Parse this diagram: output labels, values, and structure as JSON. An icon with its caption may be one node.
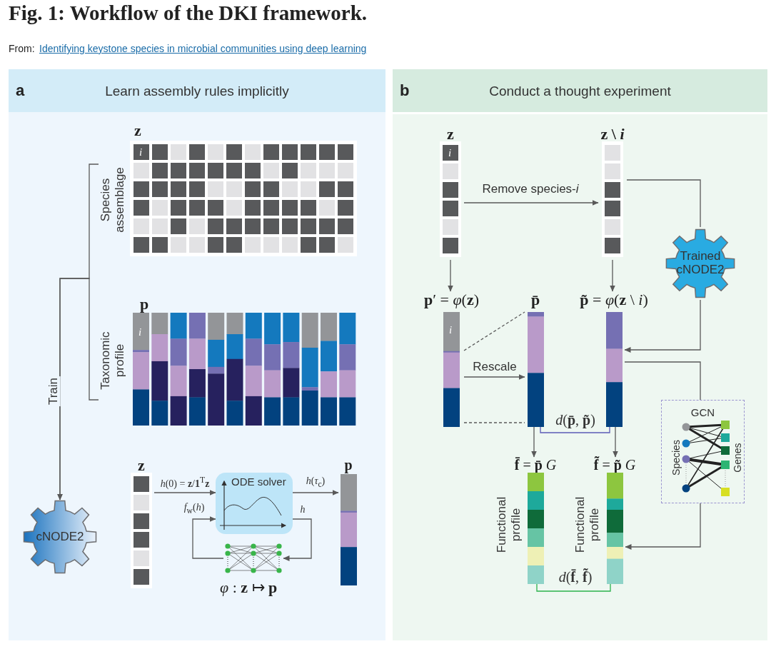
{
  "diagram": {
    "title": "Fig. 1: Workflow of the DKI framework.",
    "nodes": [
      {
        "text": [
          "a",
          "Learn assembly rules implicitly"
        ]
      },
      {
        "text": [
          "z",
          "i"
        ],
        "beside": [
          "Species assemblage"
        ],
        "in": 0
      },
      {
        "text": [
          "p",
          "i"
        ],
        "beside": [
          "Taxonomic profile"
        ],
        "in": 0
      },
      {
        "text": [
          "cNODE2"
        ],
        "in": 0
      },
      {
        "text": [
          "z"
        ],
        "in": 0
      },
      {
        "text": [
          "ODE solver"
        ],
        "in": 0
      },
      {
        "text": [],
        "shape": "picture",
        "beside": [
          "*φ* : **z** ↦ **p**"
        ],
        "in": 0
      },
      {
        "text": [
          "p"
        ],
        "in": 0
      },
      {
        "text": [
          "b",
          "Conduct a thought experiment"
        ]
      },
      {
        "text": [
          "z",
          "i"
        ],
        "in": 8
      },
      {
        "text": [
          "**z** \\ *i*"
        ],
        "in": 8
      },
      {
        "text": [
          "Trained cNODE2"
        ],
        "in": 8
      },
      {
        "text": [
          "**p**′ = *φ*(**z**)",
          "i"
        ],
        "in": 8
      },
      {
        "text": [
          "p̄"
        ],
        "in": 8
      },
      {
        "text": [
          "**p̃** = *φ*(**z** \\ *i*)"
        ],
        "in": 8
      },
      {
        "text": [
          "GCN",
          "Species",
          "Genes"
        ],
        "in": 8
      },
      {
        "text": [
          "**f̄** = **p̄** *G*"
        ],
        "beside": [
          "Functional profile"
        ],
        "in": 8
      },
      {
        "text": [
          "**f̃** = **p̃** *G*"
        ],
        "beside": [
          "Functional profile"
        ],
        "in": 8
      }
    ],
    "edges": [
      {
        "from": 1,
        "to": 3,
        "arrow": "to",
        "label": "Train"
      },
      {
        "from": 2,
        "to": 3,
        "arrow": "to"
      },
      {
        "from": 4,
        "to": 5,
        "arrow": "to",
        "label": "*h*(0) = **z**/**1**$^{T}$**z**"
      },
      {
        "from": 5,
        "to": 7,
        "arrow": "to",
        "label": "*h*(*τ*$_{c}$)"
      },
      {
        "from": 5,
        "to": 6,
        "arrow": "to",
        "label": "*h*"
      },
      {
        "from": 6,
        "to": 5,
        "arrow": "to",
        "label": "*f*$_{w}$(*h*)"
      },
      {
        "from": 9,
        "to": 10,
        "arrow": "to",
        "label": "Remove species-*i*"
      },
      {
        "from": 9,
        "to": 12,
        "arrow": "to"
      },
      {
        "from": 10,
        "to": 14,
        "arrow": "to"
      },
      {
        "from": 10,
        "to": 11,
        "arrow": "none"
      },
      {
        "from": 11,
        "to": 14,
        "arrow": "to"
      },
      {
        "from": 12,
        "to": 13,
        "arrow": "to",
        "label": "Rescale"
      },
      {
        "from": 12,
        "to": 13,
        "arrow": "none",
        "style": "dashed"
      },
      {
        "from": 12,
        "to": 13,
        "arrow": "none",
        "style": "dashed"
      },
      {
        "from": 13,
        "to": 14,
        "arrow": "none",
        "label": "*d*(**p̄**, **p̃**)",
        "color": "#5b5bb6"
      },
      {
        "from": 14,
        "to": 15,
        "arrow": "none"
      },
      {
        "from": 15,
        "to": 17,
        "arrow": "to"
      },
      {
        "from": 13,
        "to": 16,
        "arrow": "to"
      },
      {
        "from": 14,
        "to": 17,
        "arrow": "to"
      },
      {
        "from": 16,
        "to": 17,
        "arrow": "none",
        "label": "*d*(**f̄**, **f̃**)",
        "color": "#2bb24c"
      }
    ],
    "labels": [
      "From:",
      "Identifying keystone species in microbial communities using deep learning"
    ]
  }
}
